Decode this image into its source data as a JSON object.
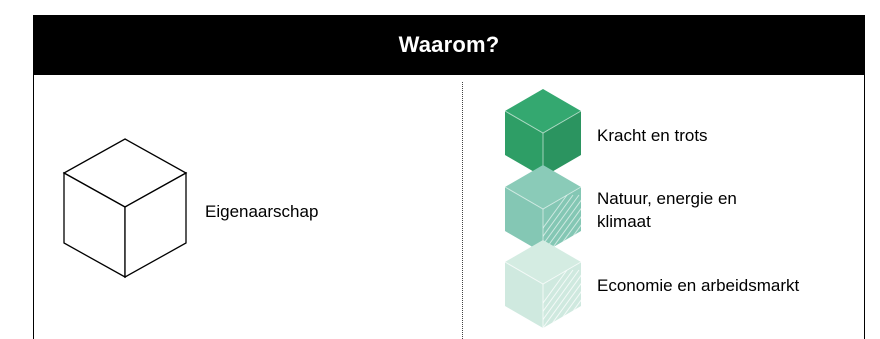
{
  "header": {
    "title": "Waarom?"
  },
  "left": {
    "label": "Eigenaarschap"
  },
  "right": {
    "items": [
      {
        "label": "Kracht en trots",
        "icon": "cube-dark-green-icon"
      },
      {
        "label": "Natuur, energie en klimaat",
        "icon": "cube-medium-green-hatched-icon"
      },
      {
        "label": "Economie en arbeidsmarkt",
        "icon": "cube-light-green-hatched-icon"
      }
    ]
  },
  "colors": {
    "header_bg": "#000000",
    "cube_dark": "#2e9e66",
    "cube_dark_side": "#268a58",
    "cube_mid": "#84c7b4",
    "cube_light": "#cfe9df"
  }
}
